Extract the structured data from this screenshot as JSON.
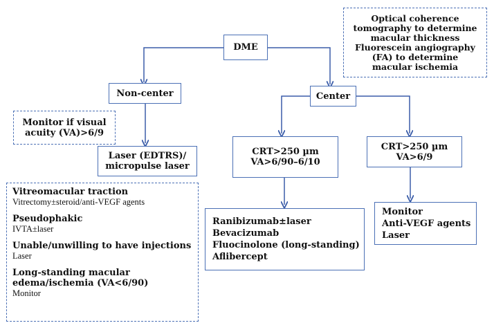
{
  "nodes": {
    "dme": "DME",
    "oct_fa": [
      "Optical coherence",
      "tomography to determine",
      "macular thickness",
      "Fluorescein angiography",
      "(FA) to determine",
      "macular ischemia"
    ],
    "non_center": "Non-center",
    "center": "Center",
    "monitor_va": [
      "Monitor if visual",
      "acuity (VA)>6/9"
    ],
    "laser": [
      "Laser (EDTRS)/",
      "micropulse laser"
    ],
    "crt_mid": [
      "CRT>250 µm",
      "VA>6/90–6/10"
    ],
    "crt_good": [
      "CRT>250 µm",
      "VA>6/9"
    ],
    "anti_vegf_list": [
      "Ranibizumab±laser",
      "Bevacizumab",
      "Fluocinolone (long-standing)",
      "Aflibercept"
    ],
    "monitor_list": [
      "Monitor",
      "Anti-VEGF agents",
      "Laser"
    ]
  },
  "special_cases": [
    {
      "title": "Vitreomacular traction",
      "detail": "Vitrectomy±steroid/anti-VEGF agents"
    },
    {
      "title": "Pseudophakic",
      "detail": "IVTA±laser"
    },
    {
      "title": "Unable/unwilling to have injections",
      "detail": "Laser"
    },
    {
      "title_lines": [
        "Long-standing macular",
        "edema/ischemia (VA<6/90)"
      ],
      "detail": "Monitor"
    }
  ],
  "colors": {
    "border": "#4a6fb5",
    "arrow": "#3a5ca8"
  }
}
